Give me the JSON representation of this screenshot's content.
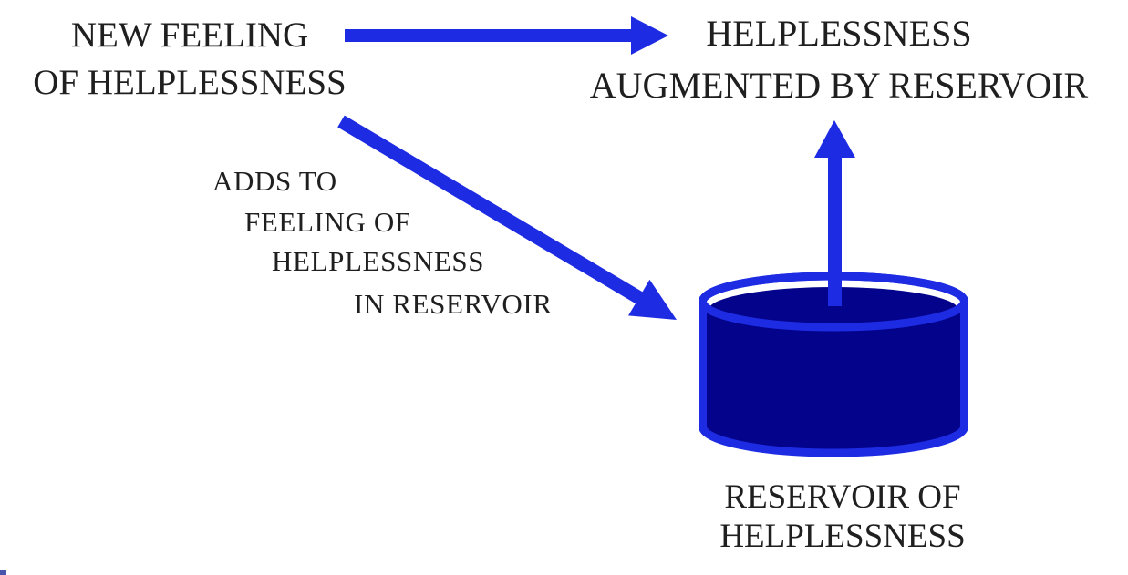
{
  "title": "Reservoir of helplessness diagram",
  "colors": {
    "arrow_blue": "#1d2be3",
    "reservoir_fill": "#03038b",
    "text_color": "#1f1f1f",
    "background": "#ffffff"
  },
  "nodes": {
    "new_feeling": {
      "lines": [
        "NEW FEELING",
        "OF HELPLESSNESS"
      ]
    },
    "augmented": {
      "lines": [
        "HELPLESSNESS",
        "AUGMENTED BY RESERVOIR"
      ]
    },
    "adds_to": {
      "lines": [
        "ADDS TO",
        "FEELING OF",
        "HELPLESSNESS",
        "IN RESERVOIR"
      ]
    },
    "reservoir": {
      "lines": [
        "RESERVOIR OF",
        "HELPLESSNESS"
      ]
    }
  },
  "icons": {
    "horizontal_arrow": "arrow-right",
    "diagonal_arrow": "arrow-down-right",
    "up_arrow": "arrow-up",
    "reservoir_cylinder": "cylinder-tank"
  }
}
